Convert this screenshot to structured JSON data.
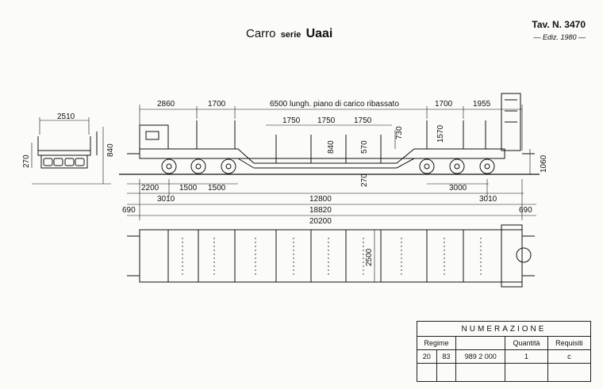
{
  "header": {
    "title_word": "Carro",
    "title_serie": "serie",
    "title_code": "Uaai",
    "tav": "Tav. N. 3470",
    "ediz": "— Ediz. 1980 —"
  },
  "side_view_dims": {
    "d2860": "2860",
    "d1700a": "1700",
    "load_length": "6500 lungh. piano di carico ribassato",
    "d1700b": "1700",
    "d1955": "1955",
    "d1750a": "1750",
    "d1750b": "1750",
    "d1750c": "1750",
    "d730": "730",
    "d1570": "1570",
    "d840": "840",
    "d570": "570",
    "d1060": "1060",
    "d270": "270",
    "d2200": "2200",
    "d1500a": "1500",
    "d1500b": "1500",
    "d3000": "3000",
    "d3010a": "3010",
    "d3010b": "3010",
    "d12800": "12800",
    "d690a": "690",
    "d18820": "18820",
    "d690b": "690",
    "d20200": "20200"
  },
  "end_view_dims": {
    "d2510": "2510",
    "d270": "270",
    "d840": "840"
  },
  "plan_view_dims": {
    "d2500": "2500"
  },
  "numerazione": {
    "heading": "NUMERAZIONE",
    "col_regime": "Regime",
    "col_quantita": "Quantità",
    "col_requisiti": "Requisiti",
    "row": {
      "r1": "20",
      "r2": "83",
      "num": "989 2 000",
      "qty": "1",
      "req": "c"
    }
  }
}
